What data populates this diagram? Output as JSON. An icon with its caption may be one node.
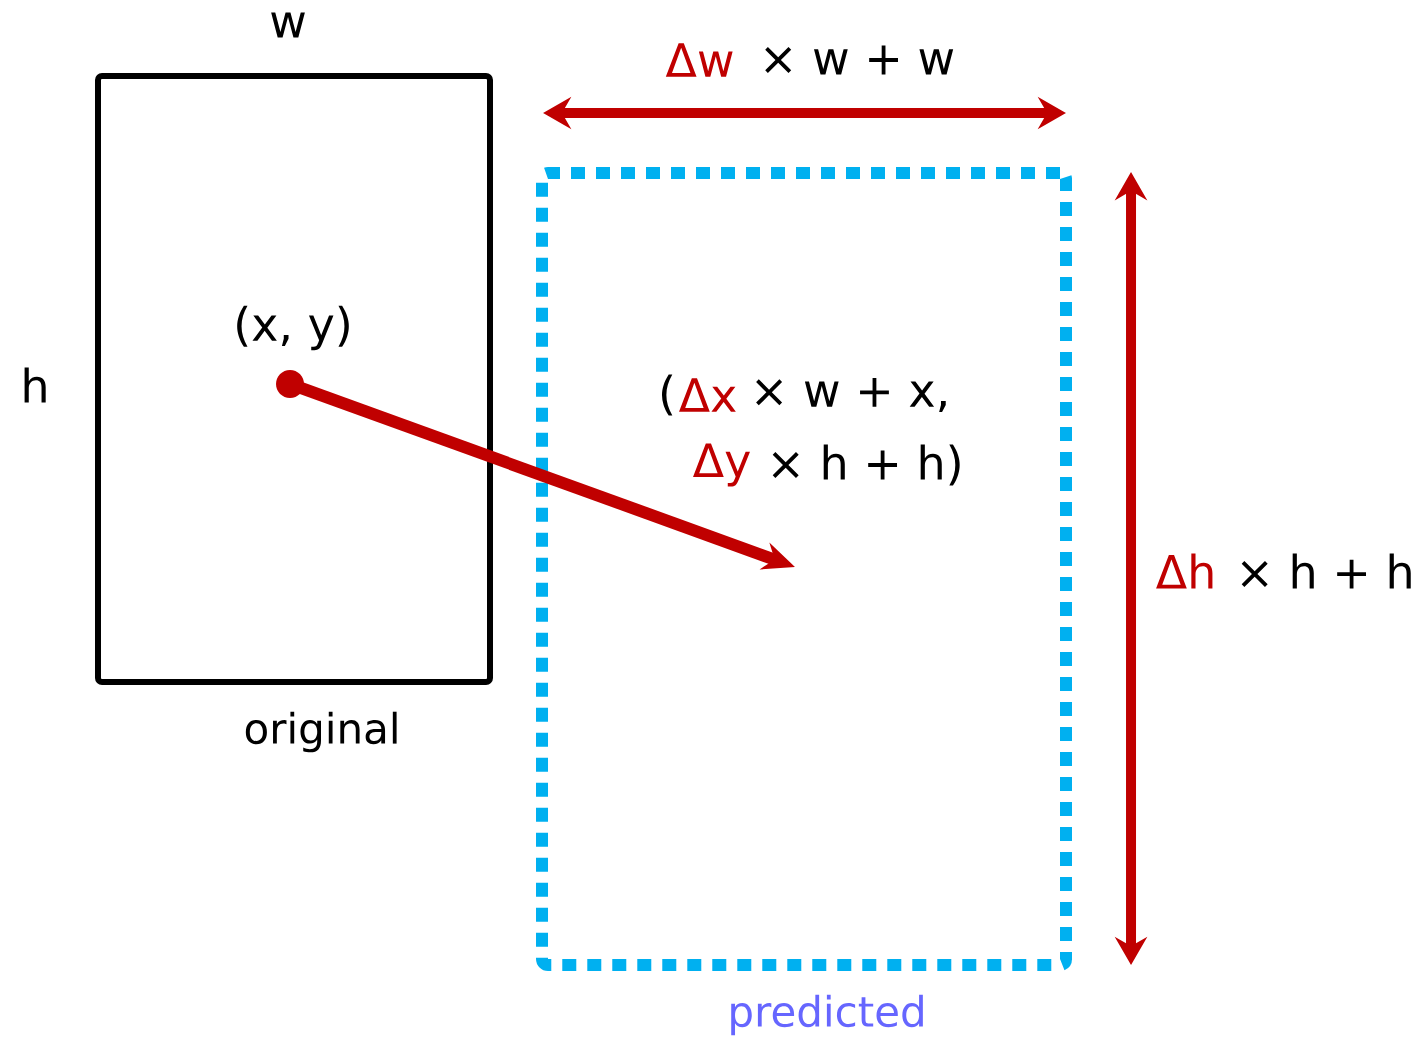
{
  "diagram": {
    "nodes": [
      {
        "text": [
          "original"
        ],
        "beside": [
          "w",
          "h"
        ]
      },
      {
        "text": [],
        "shape": "circle",
        "beside": [
          "(x, y)"
        ],
        "in": 0
      },
      {
        "text": [
          "predicted"
        ]
      }
    ],
    "edges": [
      {
        "from": 1,
        "to": 2,
        "arrow": "to"
      }
    ],
    "labels": [
      "Δw",
      "× w + w",
      "(",
      "Δx",
      "× w + x,",
      "Δy",
      "× h + h)",
      "Δh",
      "× h + h"
    ]
  }
}
